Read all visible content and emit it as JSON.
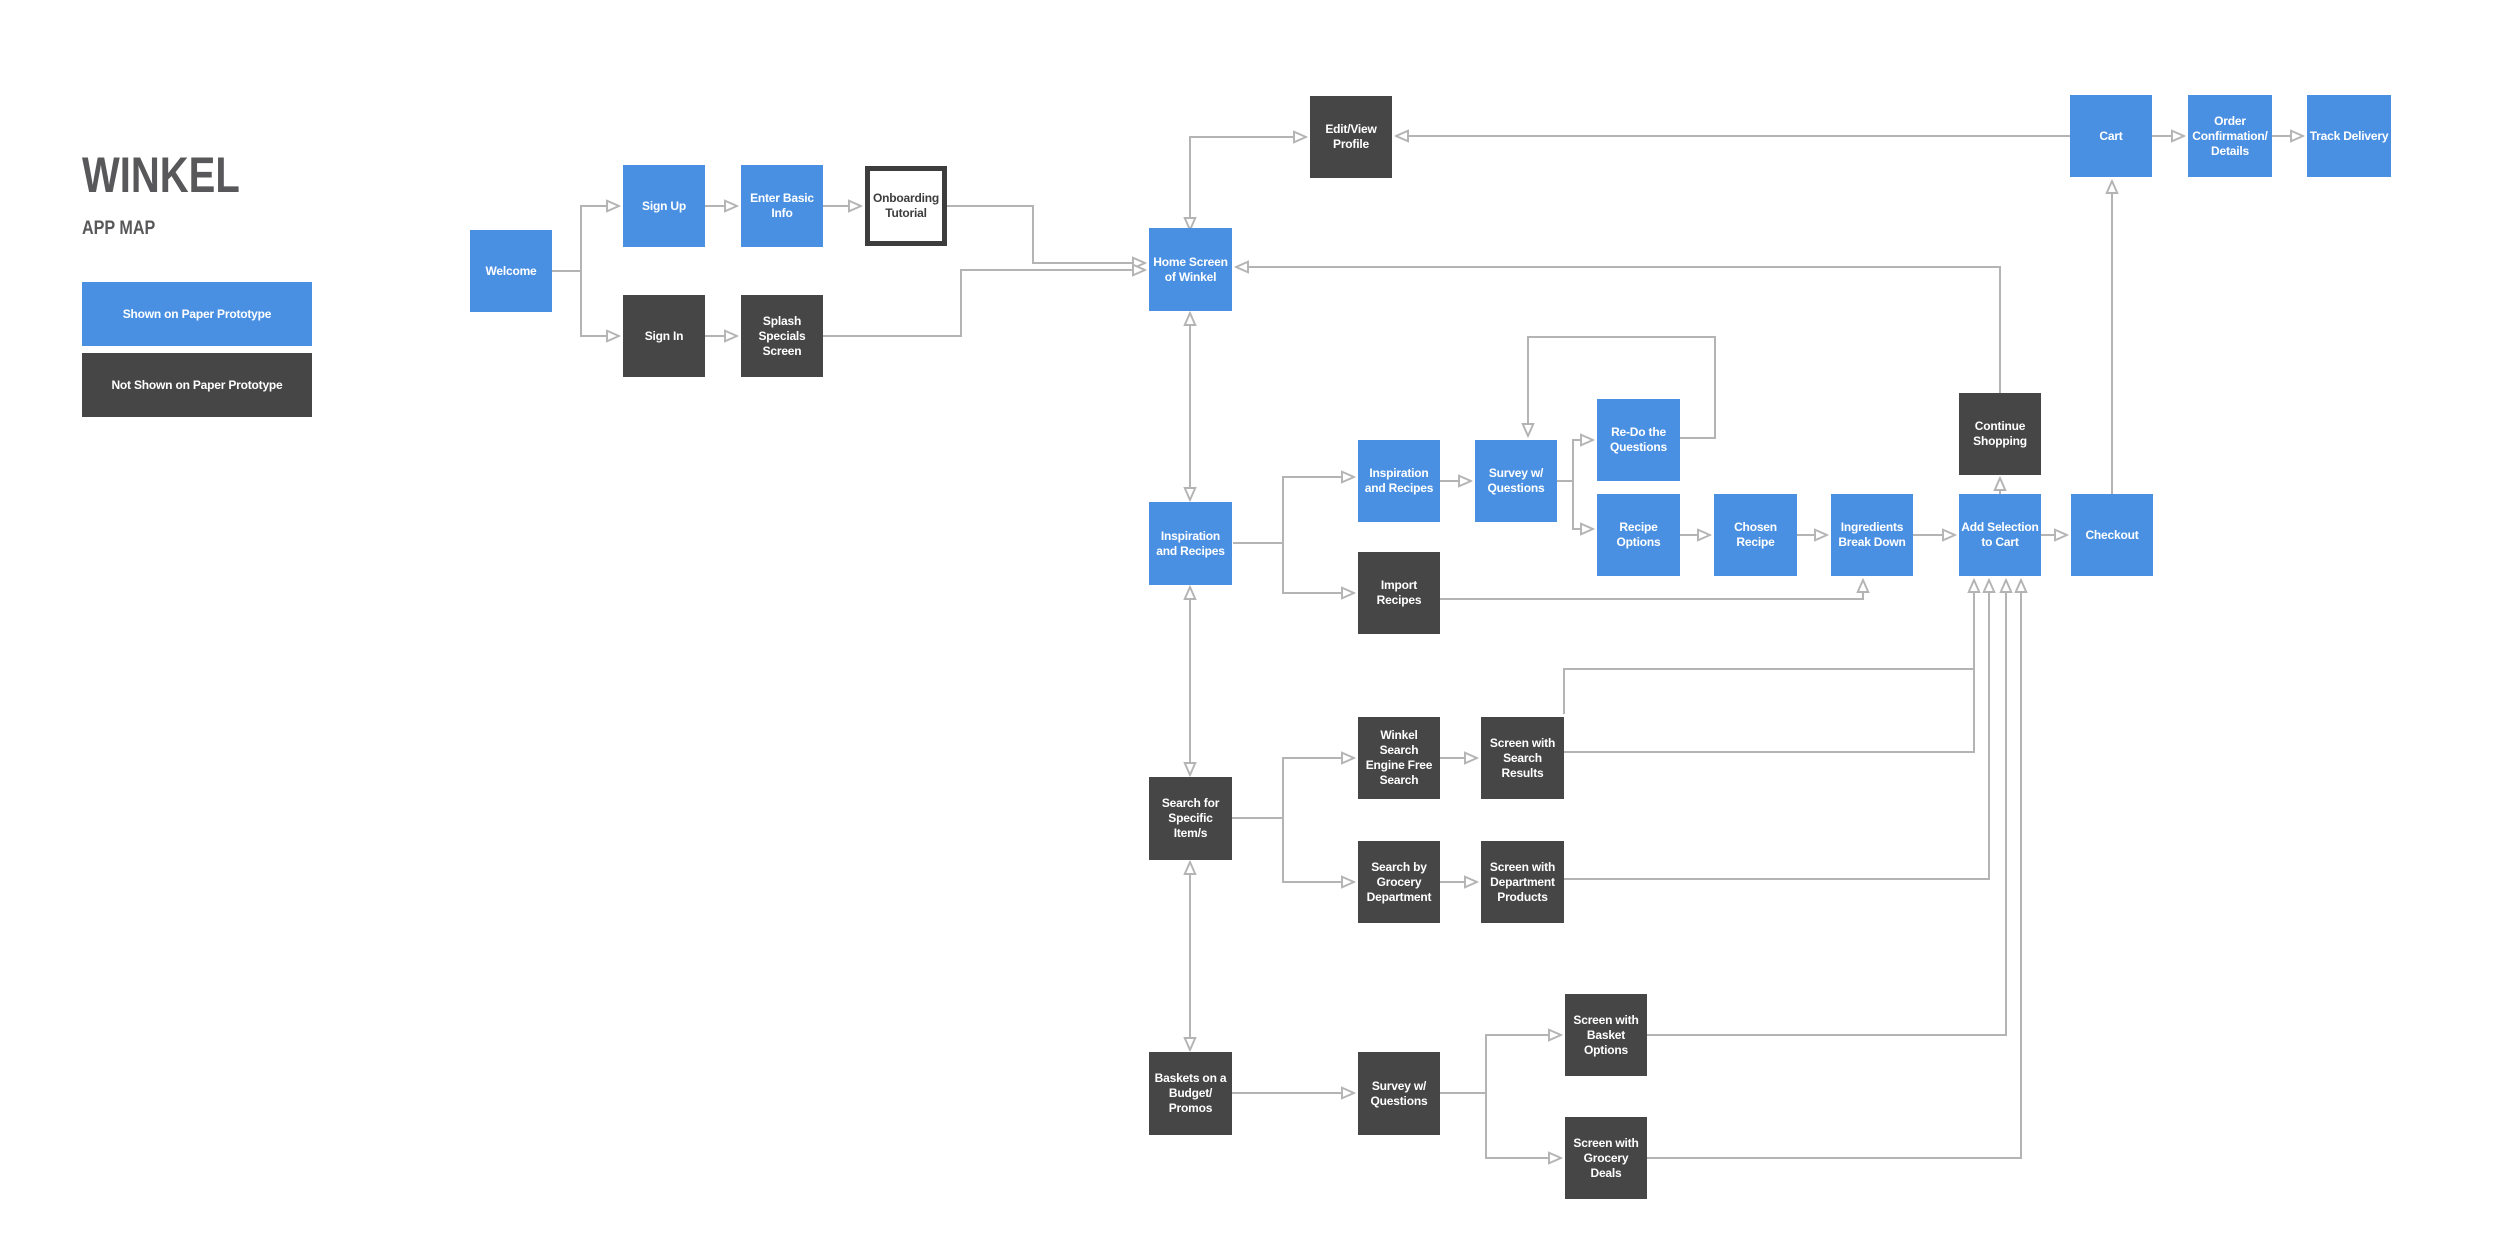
{
  "header": {
    "title": "WINKEL",
    "subtitle": "APP MAP"
  },
  "legend": [
    {
      "label": "Shown on Paper Prototype",
      "style": "blue"
    },
    {
      "label": "Not Shown on Paper Prototype",
      "style": "dark"
    }
  ],
  "colors": {
    "shown_blue": "#4a90e2",
    "not_shown_dark": "#464646",
    "connector_gray": "#b4b4b4",
    "title_gray": "#58585a",
    "background": "#ffffff"
  },
  "nodes": {
    "welcome": {
      "label": "Welcome",
      "style": "blue"
    },
    "sign_up": {
      "label": "Sign Up",
      "style": "blue"
    },
    "enter_basic_info": {
      "label": "Enter Basic Info",
      "style": "blue"
    },
    "onboarding_tutorial": {
      "label": "Onboarding Tutorial",
      "style": "outline"
    },
    "sign_in": {
      "label": "Sign In",
      "style": "dark"
    },
    "splash_specials": {
      "label": "Splash Specials Screen",
      "style": "dark"
    },
    "home": {
      "label": "Home Screen of Winkel",
      "style": "blue"
    },
    "edit_profile": {
      "label": "Edit/View Profile",
      "style": "dark"
    },
    "cart": {
      "label": "Cart",
      "style": "blue"
    },
    "order_confirmation": {
      "label": "Order Confirmation/ Details",
      "style": "blue"
    },
    "track_delivery": {
      "label": "Track Delivery",
      "style": "blue"
    },
    "inspiration_hub": {
      "label": "Inspiration and Recipes",
      "style": "blue"
    },
    "inspiration2": {
      "label": "Inspiration and Recipes",
      "style": "blue"
    },
    "import_recipes": {
      "label": "Import Recipes",
      "style": "dark"
    },
    "survey1": {
      "label": "Survey w/ Questions",
      "style": "blue"
    },
    "redo_questions": {
      "label": "Re-Do the Questions",
      "style": "blue"
    },
    "recipe_options": {
      "label": "Recipe Options",
      "style": "blue"
    },
    "chosen_recipe": {
      "label": "Chosen Recipe",
      "style": "blue"
    },
    "ingredients": {
      "label": "Ingredients Break Down",
      "style": "blue"
    },
    "add_selection": {
      "label": "Add Selection to Cart",
      "style": "blue"
    },
    "checkout": {
      "label": "Checkout",
      "style": "blue"
    },
    "continue_shopping": {
      "label": "Continue Shopping",
      "style": "dark"
    },
    "search_hub": {
      "label": "Search for Specific Item/s",
      "style": "dark"
    },
    "winkel_search": {
      "label": "Winkel Search Engine Free Search",
      "style": "dark"
    },
    "search_results": {
      "label": "Screen with Search Results",
      "style": "dark"
    },
    "search_grocery": {
      "label": "Search by Grocery Department",
      "style": "dark"
    },
    "dept_products": {
      "label": "Screen with Department Products",
      "style": "dark"
    },
    "baskets_hub": {
      "label": "Baskets on a Budget/ Promos",
      "style": "dark"
    },
    "survey2": {
      "label": "Survey w/ Questions",
      "style": "dark"
    },
    "basket_options": {
      "label": "Screen with Basket Options",
      "style": "dark"
    },
    "grocery_deals": {
      "label": "Screen with Grocery Deals",
      "style": "dark"
    }
  },
  "edges": [
    {
      "from": "welcome",
      "to": "sign_up"
    },
    {
      "from": "welcome",
      "to": "sign_in"
    },
    {
      "from": "sign_up",
      "to": "enter_basic_info"
    },
    {
      "from": "enter_basic_info",
      "to": "onboarding_tutorial"
    },
    {
      "from": "onboarding_tutorial",
      "to": "home"
    },
    {
      "from": "sign_in",
      "to": "splash_specials"
    },
    {
      "from": "splash_specials",
      "to": "home"
    },
    {
      "from": "home",
      "to": "edit_profile",
      "bidirectional": true
    },
    {
      "from": "cart",
      "to": "edit_profile"
    },
    {
      "from": "cart",
      "to": "order_confirmation"
    },
    {
      "from": "order_confirmation",
      "to": "track_delivery"
    },
    {
      "from": "checkout",
      "to": "cart"
    },
    {
      "from": "home",
      "to": "inspiration_hub",
      "bidirectional": true
    },
    {
      "from": "inspiration_hub",
      "to": "search_hub",
      "bidirectional": true
    },
    {
      "from": "search_hub",
      "to": "baskets_hub",
      "bidirectional": true
    },
    {
      "from": "inspiration_hub",
      "to": "inspiration2"
    },
    {
      "from": "inspiration_hub",
      "to": "import_recipes"
    },
    {
      "from": "inspiration2",
      "to": "survey1"
    },
    {
      "from": "survey1",
      "to": "redo_questions"
    },
    {
      "from": "redo_questions",
      "to": "survey1"
    },
    {
      "from": "survey1",
      "to": "recipe_options"
    },
    {
      "from": "recipe_options",
      "to": "chosen_recipe"
    },
    {
      "from": "chosen_recipe",
      "to": "ingredients"
    },
    {
      "from": "import_recipes",
      "to": "ingredients"
    },
    {
      "from": "ingredients",
      "to": "add_selection"
    },
    {
      "from": "add_selection",
      "to": "continue_shopping"
    },
    {
      "from": "continue_shopping",
      "to": "home"
    },
    {
      "from": "add_selection",
      "to": "checkout"
    },
    {
      "from": "search_hub",
      "to": "winkel_search"
    },
    {
      "from": "search_hub",
      "to": "search_grocery"
    },
    {
      "from": "winkel_search",
      "to": "search_results"
    },
    {
      "from": "search_grocery",
      "to": "dept_products"
    },
    {
      "from": "search_results",
      "to": "add_selection"
    },
    {
      "from": "dept_products",
      "to": "add_selection"
    },
    {
      "from": "baskets_hub",
      "to": "survey2"
    },
    {
      "from": "survey2",
      "to": "basket_options"
    },
    {
      "from": "survey2",
      "to": "grocery_deals"
    },
    {
      "from": "basket_options",
      "to": "add_selection"
    },
    {
      "from": "grocery_deals",
      "to": "add_selection"
    }
  ]
}
